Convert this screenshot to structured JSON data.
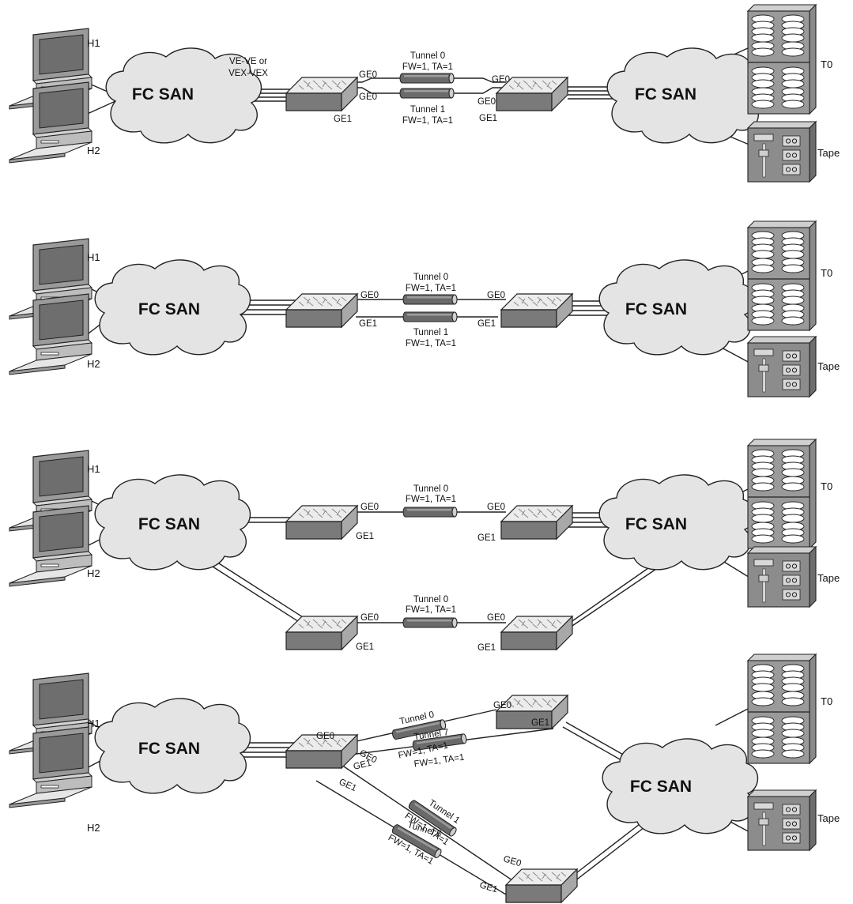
{
  "clouds": [
    "FC SAN",
    "FC SAN",
    "FC SAN",
    "FC SAN",
    "FC SAN",
    "FC SAN",
    "FC SAN"
  ],
  "hosts": [
    "H1",
    "H2"
  ],
  "targets": [
    "T0",
    "Tape"
  ],
  "ve_label": [
    "VE-VE or",
    "VEX-VEX"
  ],
  "ports": [
    "GE0",
    "GE1"
  ],
  "tunnels": {
    "t0": "Tunnel 0",
    "t1": "Tunnel 1",
    "t6": "Tunnel 6",
    "t7": "Tunnel 7",
    "params": "FW=1, TA=1"
  }
}
